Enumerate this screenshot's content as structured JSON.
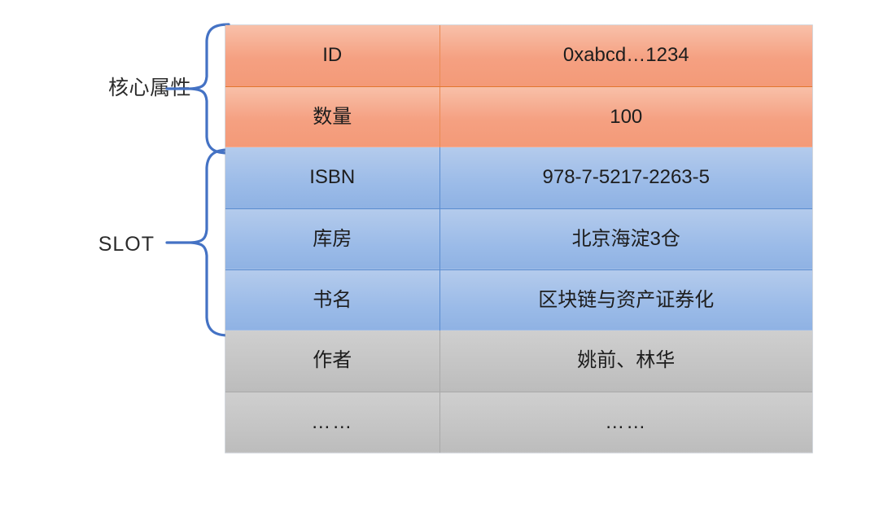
{
  "diagram": {
    "title_text_present": false,
    "groups": [
      {
        "key": "core",
        "label": "核心属性",
        "brace_color": "#4472c4",
        "row_span": [
          0,
          1
        ]
      },
      {
        "key": "slot",
        "label": "SLOT",
        "brace_color": "#4472c4",
        "row_span": [
          2,
          4
        ]
      }
    ],
    "table": {
      "columns": [
        "attribute",
        "value"
      ],
      "sections": [
        {
          "name": "core",
          "fill_top": "#f8c0a9",
          "fill_bottom": "#f49a78",
          "border_color": "#e2762f",
          "rows": [
            {
              "attribute": "ID",
              "value": "0xabcd…1234"
            },
            {
              "attribute": "数量",
              "value": "100"
            }
          ]
        },
        {
          "name": "slot",
          "fill_top": "#b4cbec",
          "fill_bottom": "#8fb2e3",
          "border_color": "#5b8dd0",
          "rows": [
            {
              "attribute": "ISBN",
              "value": "978-7-5217-2263-5"
            },
            {
              "attribute": "库房",
              "value": "北京海淀3仓"
            },
            {
              "attribute": "书名",
              "value": "区块链与资产证券化"
            }
          ]
        },
        {
          "name": "extra",
          "fill_top": "#cfcfcf",
          "fill_bottom": "#bcbcbc",
          "border_color": "#a9a9a9",
          "rows": [
            {
              "attribute": "作者",
              "value": "姚前、林华"
            },
            {
              "attribute": "……",
              "value": "……"
            }
          ]
        }
      ]
    }
  }
}
